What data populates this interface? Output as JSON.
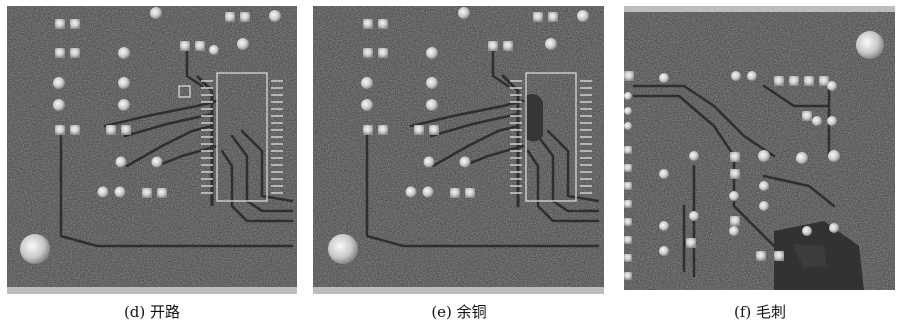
{
  "panels": [
    {
      "caption": "(d) 开路",
      "defect": "open-circuit"
    },
    {
      "caption": "(e) 余铜",
      "defect": "excess-copper"
    },
    {
      "caption": "(f) 毛刺",
      "defect": "burr"
    }
  ]
}
